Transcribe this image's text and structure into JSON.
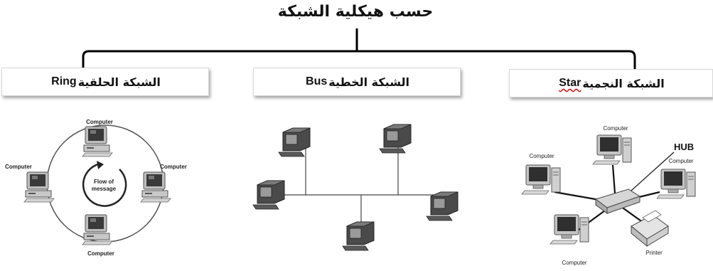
{
  "title": "حسب هيكلية الشبكة",
  "topologies": {
    "ring": {
      "latin": "Ring",
      "arabic": "الشبكة الحلقية"
    },
    "bus": {
      "latin": "Bus",
      "arabic": "الشبكة الخطية"
    },
    "star": {
      "latin": "Star",
      "arabic": "الشبكة النجمية"
    }
  },
  "ring_diagram": {
    "node_label": "Computer",
    "center_label_line1": "Flow of",
    "center_label_line2": "message"
  },
  "star_diagram": {
    "node_label": "Computer",
    "hub_label": "HUB",
    "printer_label": "Printer"
  }
}
